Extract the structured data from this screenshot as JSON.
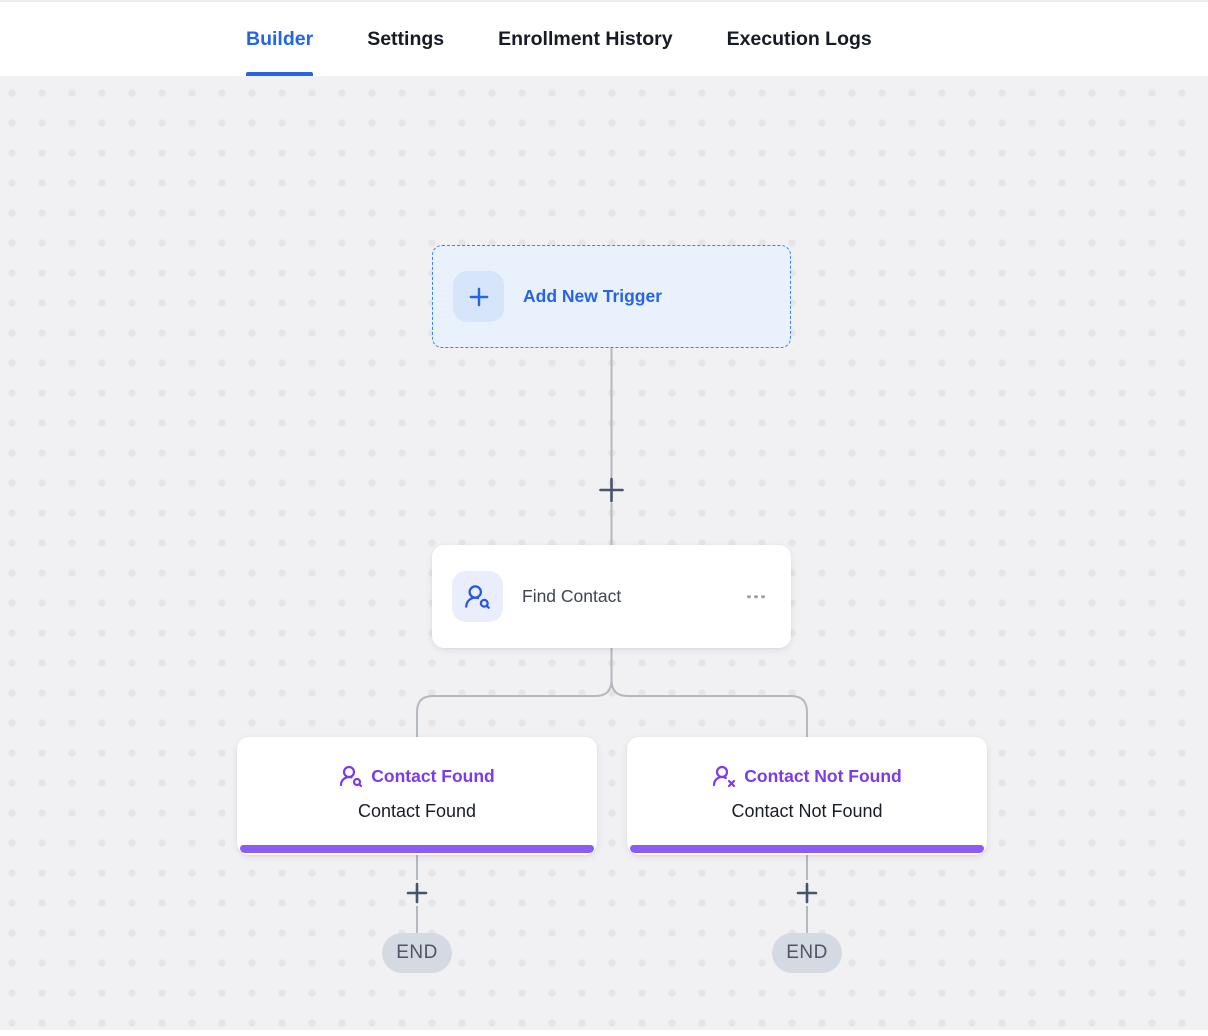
{
  "header": {
    "tabs": [
      {
        "label": "Builder",
        "active": true
      },
      {
        "label": "Settings",
        "active": false
      },
      {
        "label": "Enrollment History",
        "active": false
      },
      {
        "label": "Execution Logs",
        "active": false
      }
    ]
  },
  "canvas": {
    "trigger": {
      "label": "Add New Trigger",
      "icon": "plus-icon"
    },
    "action_node": {
      "label": "Find Contact",
      "icon": "user-search-icon",
      "menu_icon": "ellipsis-icon"
    },
    "connector_plus_icons": 3,
    "branches": [
      {
        "title": "Contact Found",
        "subtitle": "Contact Found",
        "icon": "user-search-icon",
        "end_label": "END"
      },
      {
        "title": "Contact Not Found",
        "subtitle": "Contact Not Found",
        "icon": "user-x-icon",
        "end_label": "END"
      }
    ],
    "colors": {
      "accent_blue": "#2563eb",
      "trigger_bg": "#e9f1fd",
      "trigger_border": "#3c82f6",
      "accent_purple": "#7c3aed",
      "branch_bar_purple": "#8b5cf6",
      "connector_gray": "#b4b8c0",
      "plus_slate": "#475569",
      "end_pill_bg": "#d5d9e1",
      "canvas_bg": "#f1f1f3"
    }
  }
}
